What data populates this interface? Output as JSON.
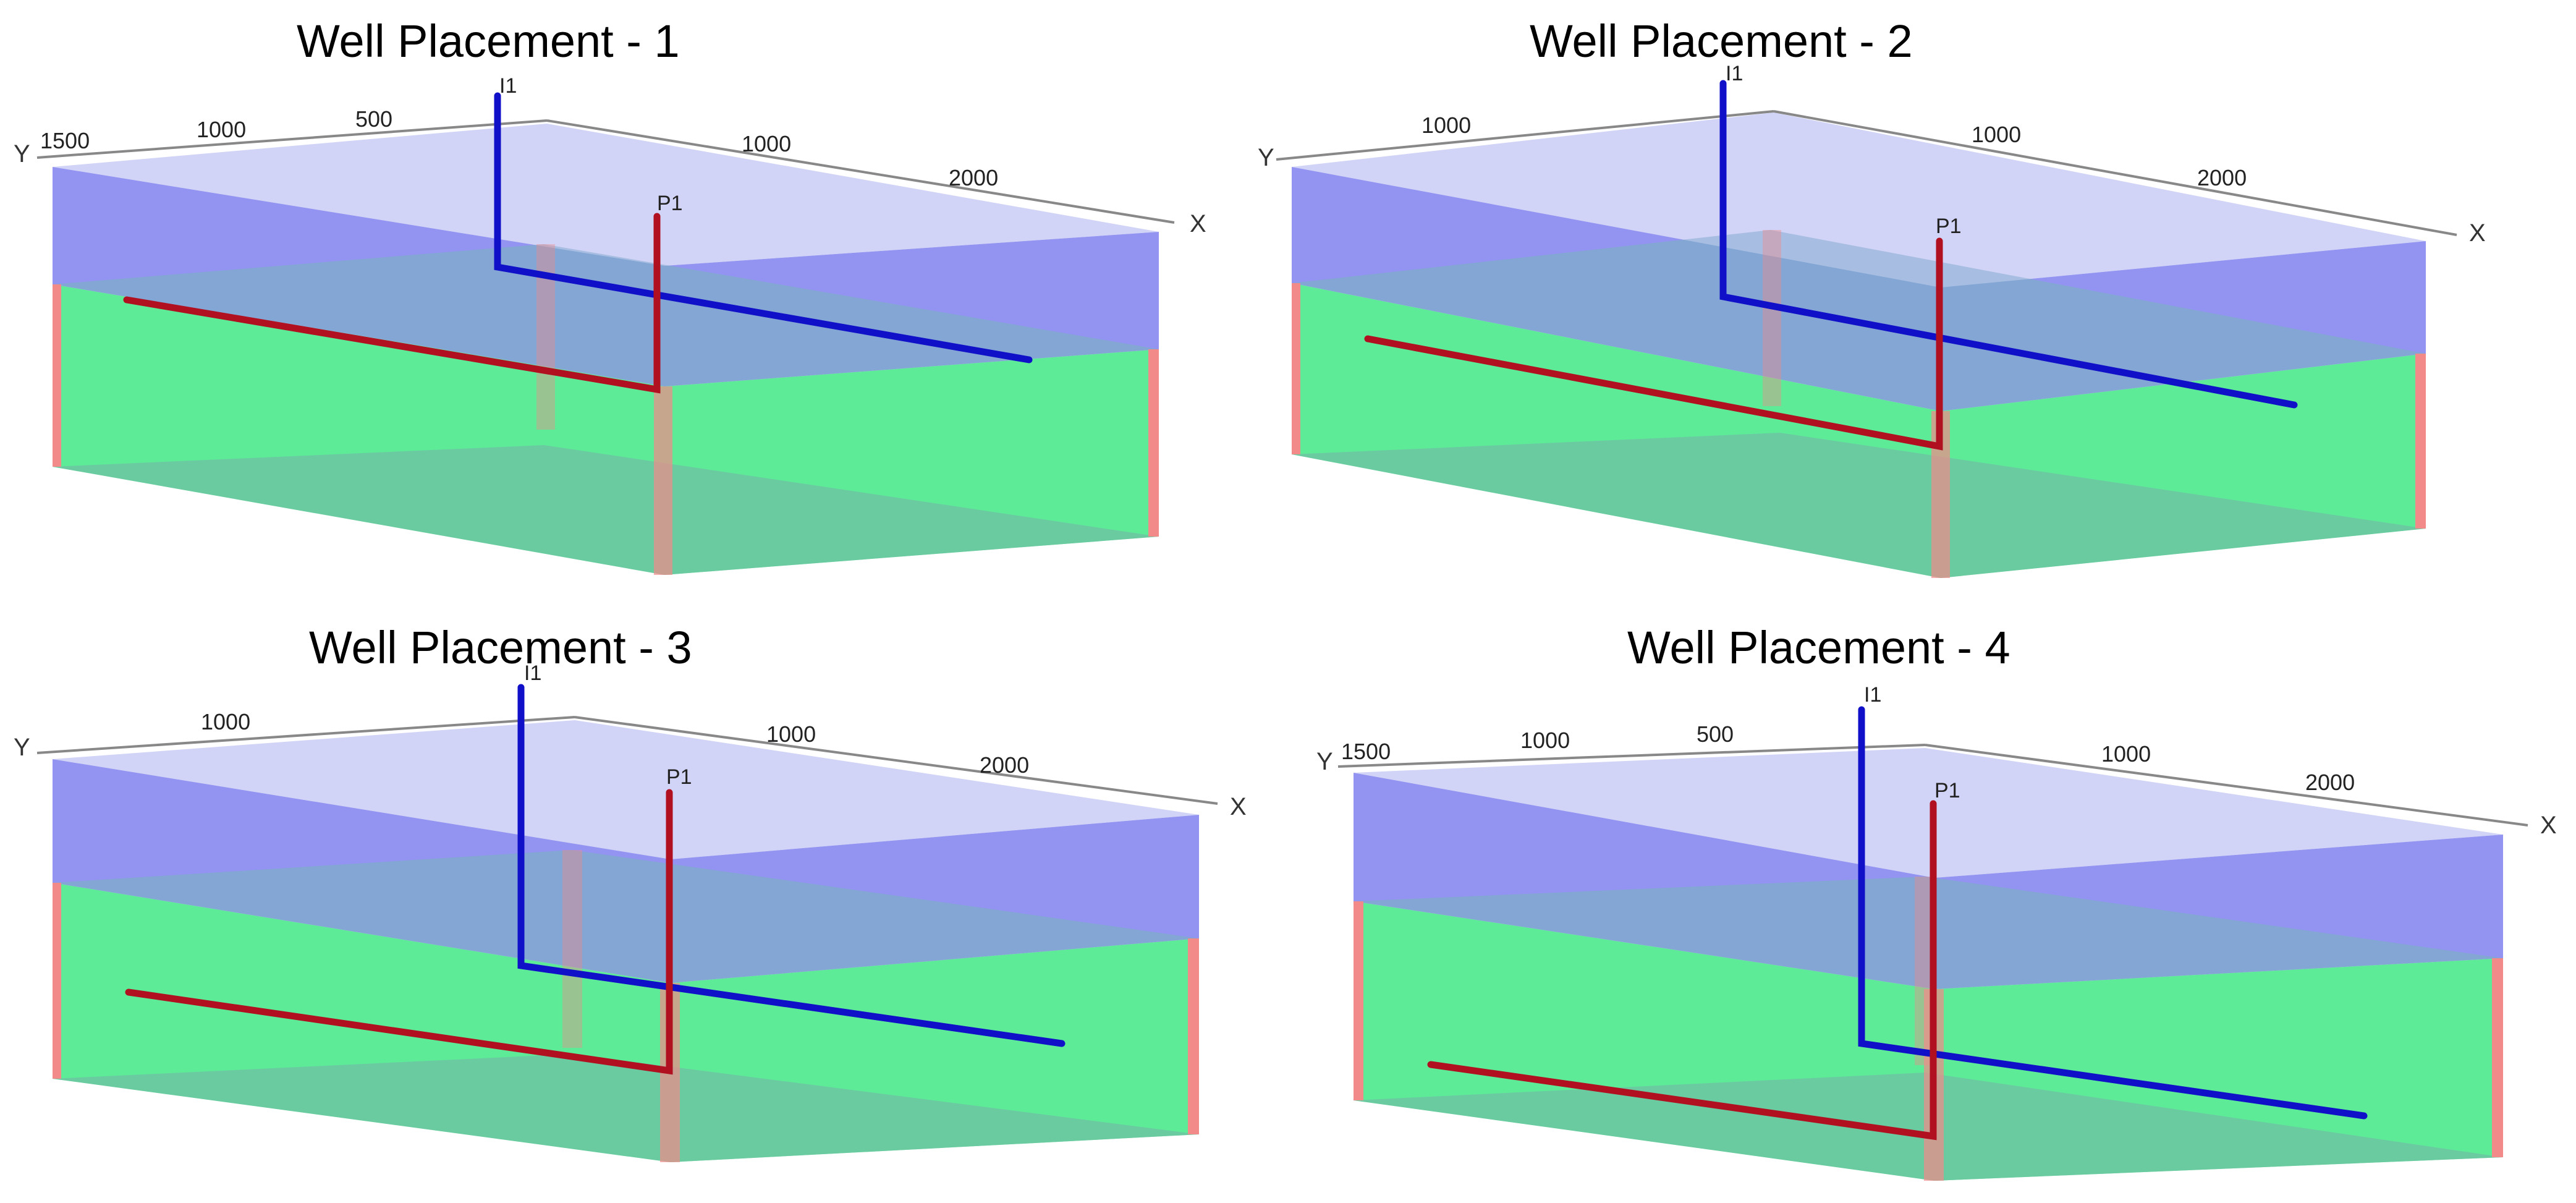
{
  "colors": {
    "top_layer": "#8d8ef0",
    "bottom_layer": "#48e88a",
    "edge_strip": "#f28a8a",
    "injector": "#1010c8",
    "producer": "#b01020",
    "axis_line": "#888888"
  },
  "axes": {
    "x_label": "X",
    "y_label": "Y"
  },
  "wells": {
    "injector_label": "I1",
    "producer_label": "P1"
  },
  "panels": [
    {
      "title": "Well Placement - 1",
      "y_ticks": [
        "1500",
        "1000",
        "500"
      ],
      "x_ticks": [
        "1000",
        "2000"
      ]
    },
    {
      "title": "Well Placement - 2",
      "y_ticks": [
        "1000"
      ],
      "x_ticks": [
        "1000",
        "2000"
      ]
    },
    {
      "title": "Well Placement - 3",
      "y_ticks": [
        "1000"
      ],
      "x_ticks": [
        "1000",
        "2000"
      ]
    },
    {
      "title": "Well Placement - 4",
      "y_ticks": [
        "1500",
        "1000",
        "500"
      ],
      "x_ticks": [
        "1000",
        "2000"
      ]
    }
  ]
}
